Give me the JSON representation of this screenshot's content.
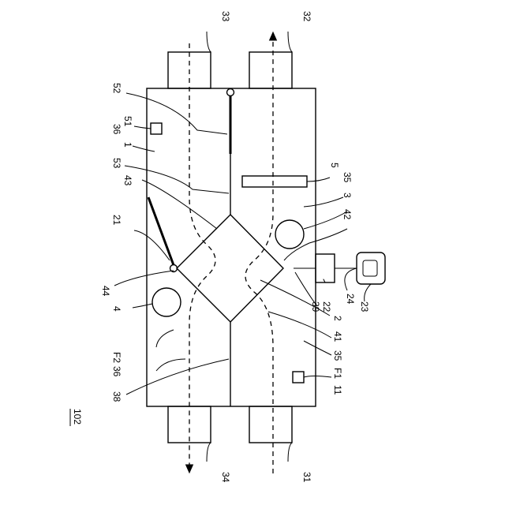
{
  "figure_label": "102",
  "labels": {
    "n31": "31",
    "n32": "32",
    "n33": "33",
    "n34": "34",
    "n52": "52",
    "n51": "51",
    "n36a": "36",
    "n1": "1",
    "n53": "53",
    "n43": "43",
    "n5": "5",
    "n35a": "35",
    "n3": "3",
    "n21": "21",
    "n42": "42",
    "n44": "44",
    "n4": "4",
    "n39": "39",
    "n22": "22",
    "n24": "24",
    "n23": "23",
    "n2": "2",
    "n41": "41",
    "n35b": "35",
    "nF1": "F1",
    "n11": "11",
    "nF2": "F2",
    "n36b": "36",
    "n38": "38"
  }
}
